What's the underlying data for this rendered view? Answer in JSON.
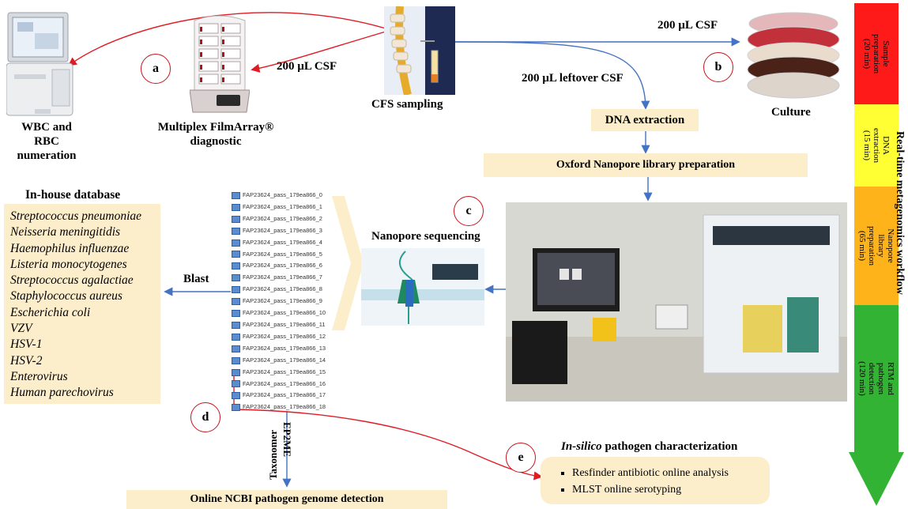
{
  "labels": {
    "wbc": [
      "WBC and RBC",
      "numeration"
    ],
    "filmarray": [
      "Multiplex FilmArray®",
      "diagnostic"
    ],
    "csf_a": "200 µL CSF",
    "cfs_sampling": "CFS sampling",
    "csf_b": "200 µL CSF",
    "leftover": "200 µL leftover CSF",
    "culture": "Culture",
    "dna_extraction": "DNA extraction",
    "ont_prep": "Oxford Nanopore library preparation",
    "nanopore_seq": "Nanopore sequencing",
    "blast": "Blast",
    "taxonomer": "Taxonomer",
    "epi2me": "EP2ME",
    "ncbi": "Online NCBI pathogen genome detection"
  },
  "markers": [
    "a",
    "b",
    "c",
    "d",
    "e"
  ],
  "database": {
    "title": "In-house database",
    "items": [
      "Streptococcus pneumoniae",
      "Neisseria meningitidis",
      "Haemophilus influenzae",
      "Listeria monocytogenes",
      "Streptococcus agalactiae",
      "Staphylococcus aureus",
      "Escherichia coli",
      "VZV",
      "HSV-1",
      "HSV-2",
      "Enterovirus",
      "Human parechovirus"
    ]
  },
  "files": [
    "FAP23624_pass_179ea866_0",
    "FAP23624_pass_179ea866_1",
    "FAP23624_pass_179ea866_2",
    "FAP23624_pass_179ea866_3",
    "FAP23624_pass_179ea866_4",
    "FAP23624_pass_179ea866_5",
    "FAP23624_pass_179ea866_6",
    "FAP23624_pass_179ea866_7",
    "FAP23624_pass_179ea866_8",
    "FAP23624_pass_179ea866_9",
    "FAP23624_pass_179ea866_10",
    "FAP23624_pass_179ea866_11",
    "FAP23624_pass_179ea866_12",
    "FAP23624_pass_179ea866_13",
    "FAP23624_pass_179ea866_14",
    "FAP23624_pass_179ea866_15",
    "FAP23624_pass_179ea866_16",
    "FAP23624_pass_179ea866_17",
    "FAP23624_pass_179ea866_18"
  ],
  "characterization": {
    "title_italic": "In-silico",
    "title_rest": " pathogen characterization",
    "items": [
      "Resfinder antibiotic online analysis",
      "MLST online serotyping"
    ]
  },
  "workflow": {
    "title": "Real-time metagenomics workflow",
    "steps": [
      {
        "label": "Sample preparation (20 min)",
        "color": "#ff1a1a"
      },
      {
        "label": "DNA extraction (15 min)",
        "color": "#ffff33"
      },
      {
        "label": "Nanopore library preparation (65 min)",
        "color": "#ffb31a"
      },
      {
        "label": "RTM and pathogen detection (120 min)",
        "color": "#33b333"
      }
    ]
  },
  "colors": {
    "red_arrow": "#e01b24",
    "blue_arrow": "#4472c4",
    "box_fill": "#fdeecb"
  }
}
